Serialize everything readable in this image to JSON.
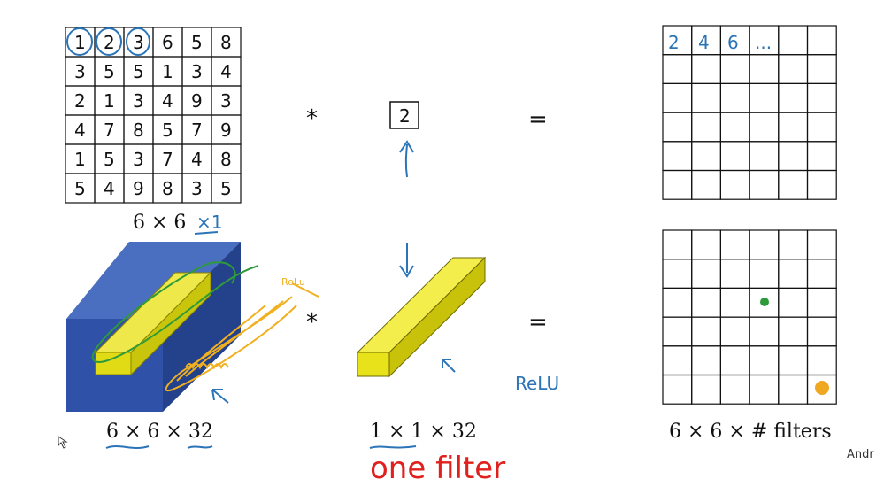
{
  "input_matrix": {
    "rows": [
      [
        "1",
        "2",
        "3",
        "6",
        "5",
        "8"
      ],
      [
        "3",
        "5",
        "5",
        "1",
        "3",
        "4"
      ],
      [
        "2",
        "1",
        "3",
        "4",
        "9",
        "3"
      ],
      [
        "4",
        "7",
        "8",
        "5",
        "7",
        "9"
      ],
      [
        "1",
        "5",
        "3",
        "7",
        "4",
        "8"
      ],
      [
        "5",
        "4",
        "9",
        "8",
        "3",
        "5"
      ]
    ],
    "label": "6 × 6",
    "annotation": "×1"
  },
  "filter_top": {
    "value": "2",
    "operator": "*"
  },
  "equals": "=",
  "output_top": {
    "first_row": [
      "2",
      "4",
      "6",
      "..."
    ]
  },
  "volume_label": "6 × 6 × 32",
  "filter_bottom_label": "1 × 1 × 32",
  "output_bottom_label": "6 × 6 × # filters",
  "handwritten": {
    "relu_small": "ReLu",
    "relu": "ReLU",
    "one_filter": "one filter"
  },
  "corner_text": "Andr",
  "colors": {
    "cube_blue": "#3b5ba8",
    "filter_yellow": "#f2ec1e",
    "annotation_blue": "#2b74b8",
    "annotation_orange": "#f0b020",
    "annotation_green": "#2e9a3a",
    "annotation_red": "#e0201d"
  }
}
